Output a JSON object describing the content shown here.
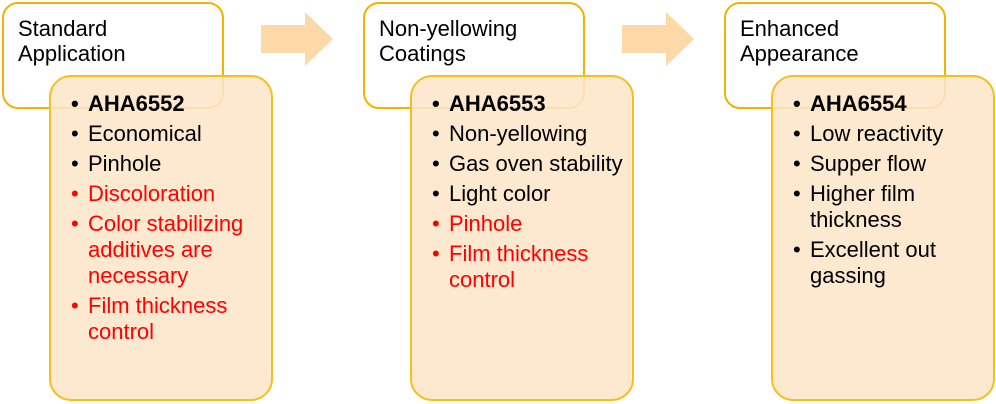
{
  "colors": {
    "border": "#f0b400",
    "fill": "#fde5c9",
    "arrow": "#fdd9a8",
    "negative": "#ff0000"
  },
  "stages": [
    {
      "title": "Standard Application",
      "items": [
        {
          "text": "AHA6552",
          "bold": true,
          "negative": false
        },
        {
          "text": "Economical",
          "bold": false,
          "negative": false
        },
        {
          "text": "Pinhole",
          "bold": false,
          "negative": false
        },
        {
          "text": "Discoloration",
          "bold": false,
          "negative": true
        },
        {
          "text": "Color stabilizing additives are necessary",
          "bold": false,
          "negative": true
        },
        {
          "text": "Film thickness control",
          "bold": false,
          "negative": true
        }
      ]
    },
    {
      "title": "Non-yellowing Coatings",
      "items": [
        {
          "text": "AHA6553",
          "bold": true,
          "negative": false
        },
        {
          "text": "Non-yellowing",
          "bold": false,
          "negative": false
        },
        {
          "text": "Gas oven stability",
          "bold": false,
          "negative": false
        },
        {
          "text": "Light color",
          "bold": false,
          "negative": false
        },
        {
          "text": "Pinhole",
          "bold": false,
          "negative": true
        },
        {
          "text": "Film thickness control",
          "bold": false,
          "negative": true
        }
      ]
    },
    {
      "title": "Enhanced Appearance",
      "items": [
        {
          "text": "AHA6554",
          "bold": true,
          "negative": false
        },
        {
          "text": "Low reactivity",
          "bold": false,
          "negative": false
        },
        {
          "text": "Supper flow",
          "bold": false,
          "negative": false
        },
        {
          "text": "Higher film thickness",
          "bold": false,
          "negative": false
        },
        {
          "text": "Excellent out gassing",
          "bold": false,
          "negative": false
        }
      ]
    }
  ]
}
